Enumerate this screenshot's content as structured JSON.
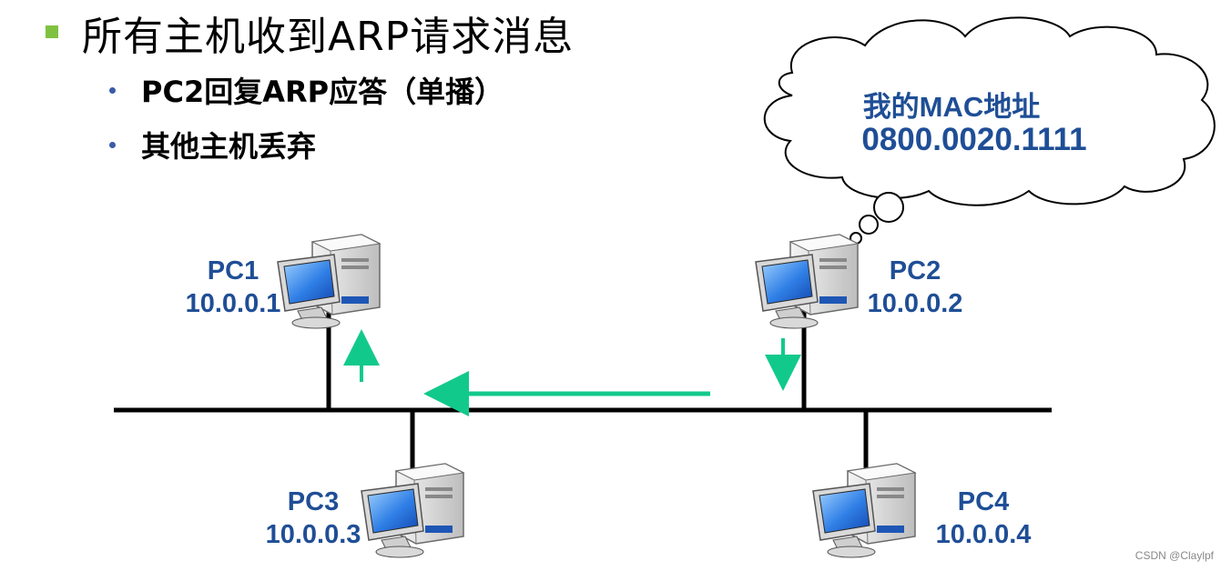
{
  "header": {
    "title": "所有主机收到ARP请求消息",
    "bullets": [
      "PC2回复ARP应答（单播）",
      "其他主机丢弃"
    ]
  },
  "cloud": {
    "line1": "我的MAC地址",
    "line2": "0800.0020.1111"
  },
  "hosts": [
    {
      "name": "PC1",
      "ip": "10.0.0.1"
    },
    {
      "name": "PC2",
      "ip": "10.0.0.2"
    },
    {
      "name": "PC3",
      "ip": "10.0.0.3"
    },
    {
      "name": "PC4",
      "ip": "10.0.0.4"
    }
  ],
  "watermark": "CSDN @Claylpf",
  "colors": {
    "label": "#1f4e96",
    "arrow": "#12c98c",
    "bullet_square": "#7fc241",
    "bus": "#000000"
  }
}
